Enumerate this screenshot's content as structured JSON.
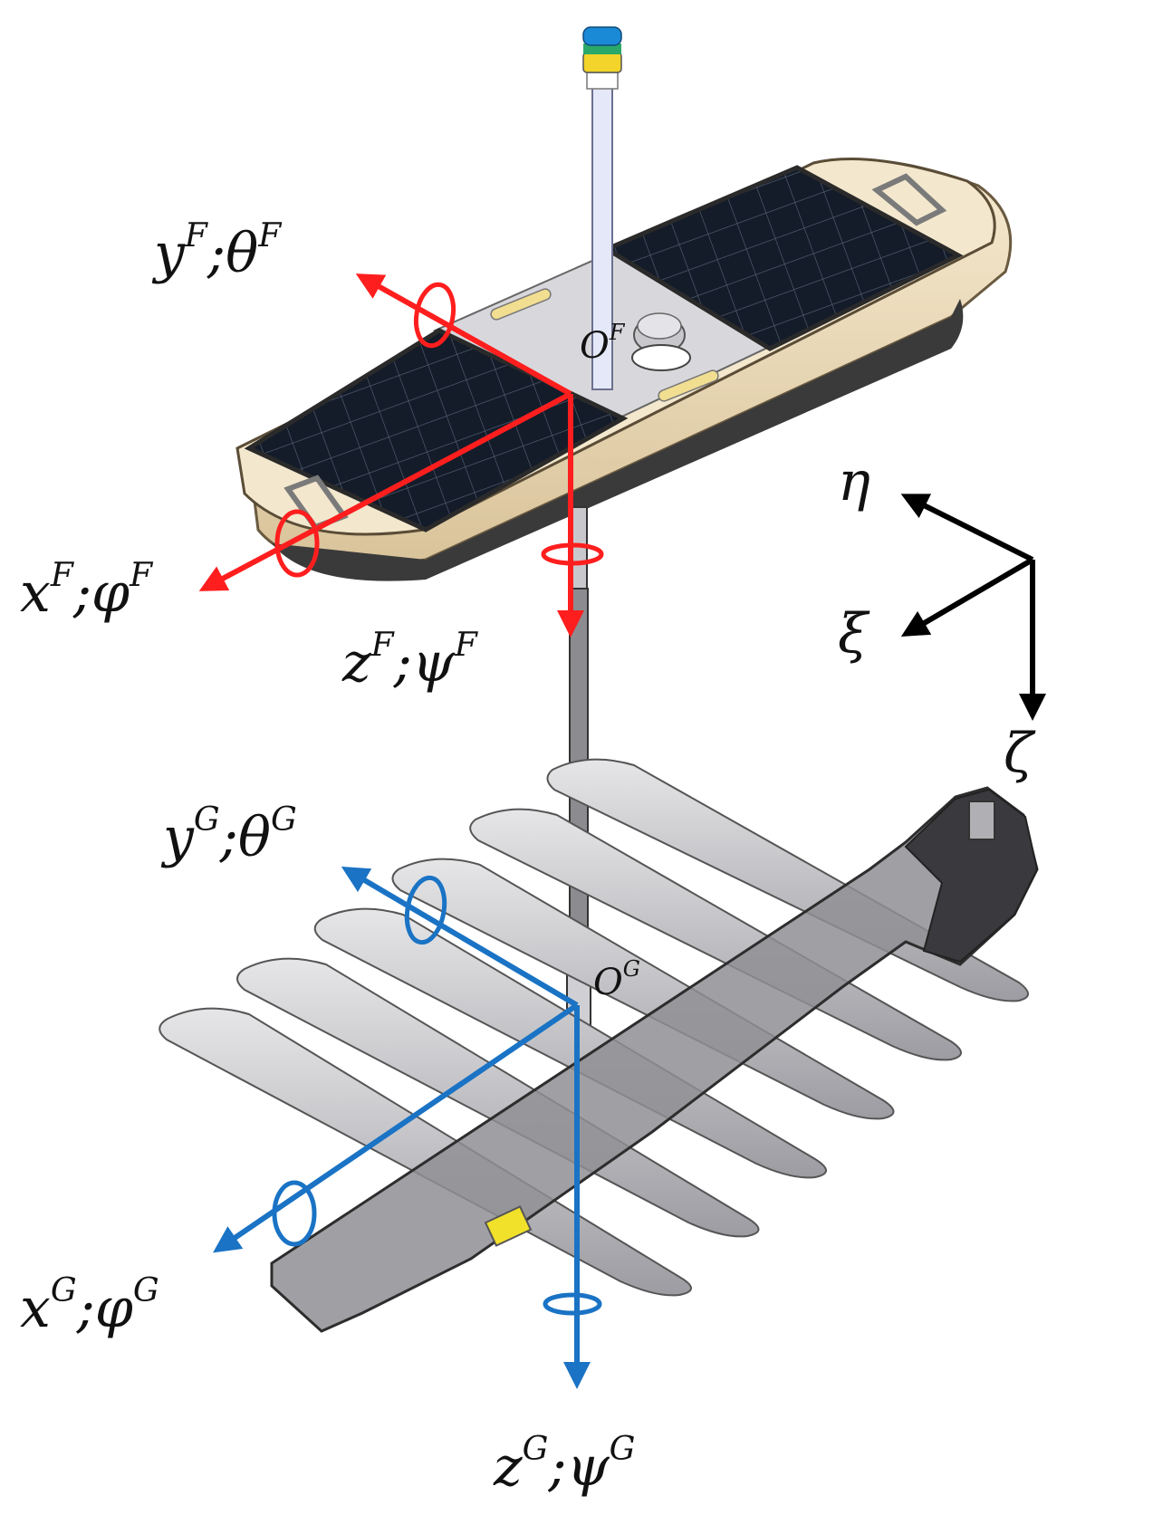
{
  "colors": {
    "float_frame": "#ff1e1e",
    "glider_frame": "#1a73c4",
    "earth_frame": "#000000",
    "hull": "#f0e2c4",
    "deck": "#d8d8dc",
    "solar_panel": "#141c2a",
    "metal": "#9a9a9e"
  },
  "float_frame": {
    "origin": "O",
    "origin_sup": "F",
    "x_label": {
      "base": "x",
      "sup": "F",
      "sep": ";",
      "angle": "φ",
      "angle_sup": "F"
    },
    "y_label": {
      "base": "y",
      "sup": "F",
      "sep": ";",
      "angle": "θ",
      "angle_sup": "F"
    },
    "z_label": {
      "base": "z",
      "sup": "F",
      "sep": ";",
      "angle": "ψ",
      "angle_sup": "F"
    }
  },
  "glider_frame": {
    "origin": "O",
    "origin_sup": "G",
    "x_label": {
      "base": "x",
      "sup": "G",
      "sep": ";",
      "angle": "φ",
      "angle_sup": "G"
    },
    "y_label": {
      "base": "y",
      "sup": "G",
      "sep": ";",
      "angle": "θ",
      "angle_sup": "G"
    },
    "z_label": {
      "base": "z",
      "sup": "G",
      "sep": ";",
      "angle": "ψ",
      "angle_sup": "G"
    }
  },
  "earth_frame": {
    "eta": "η",
    "xi": "ξ",
    "zeta": "ζ"
  }
}
